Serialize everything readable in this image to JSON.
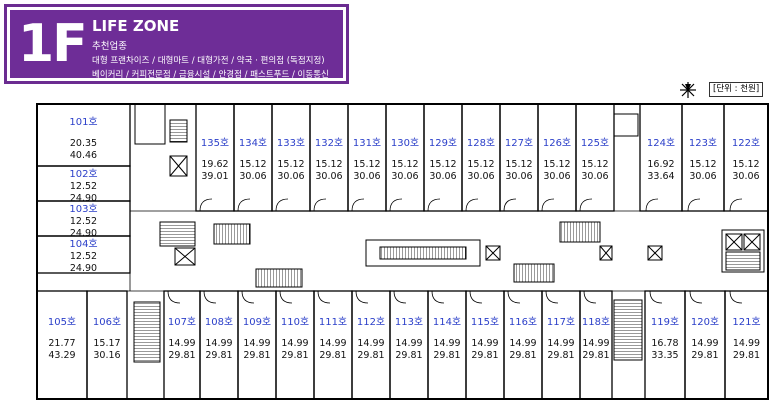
{
  "header": {
    "floor": "1F",
    "zone": "LIFE ZONE",
    "subtitle": "추천업종",
    "line1": "대형 프랜차이즈 / 대형마트 / 대형가전 / 약국 · 편의점 (독점지정)",
    "line2": "베이커리 / 커피전문점 / 금융시설 / 안경점 / 패스트푸드 / 이동통신"
  },
  "unit_note": "[단위 : 천원]",
  "colors": {
    "header_bg": "#6e2d97",
    "unit_number": "#2b3fc9"
  },
  "units": [
    {
      "id": "101",
      "label": "101호",
      "a1": "20.35",
      "a2": "40.46"
    },
    {
      "id": "102",
      "label": "102호",
      "a1": "12.52",
      "a2": "24.90"
    },
    {
      "id": "103",
      "label": "103호",
      "a1": "12.52",
      "a2": "24.90"
    },
    {
      "id": "104",
      "label": "104호",
      "a1": "12.52",
      "a2": "24.90"
    },
    {
      "id": "135",
      "label": "135호",
      "a1": "19.62",
      "a2": "39.01"
    },
    {
      "id": "134",
      "label": "134호",
      "a1": "15.12",
      "a2": "30.06"
    },
    {
      "id": "133",
      "label": "133호",
      "a1": "15.12",
      "a2": "30.06"
    },
    {
      "id": "132",
      "label": "132호",
      "a1": "15.12",
      "a2": "30.06"
    },
    {
      "id": "131",
      "label": "131호",
      "a1": "15.12",
      "a2": "30.06"
    },
    {
      "id": "130",
      "label": "130호",
      "a1": "15.12",
      "a2": "30.06"
    },
    {
      "id": "129",
      "label": "129호",
      "a1": "15.12",
      "a2": "30.06"
    },
    {
      "id": "128",
      "label": "128호",
      "a1": "15.12",
      "a2": "30.06"
    },
    {
      "id": "127",
      "label": "127호",
      "a1": "15.12",
      "a2": "30.06"
    },
    {
      "id": "126",
      "label": "126호",
      "a1": "15.12",
      "a2": "30.06"
    },
    {
      "id": "125",
      "label": "125호",
      "a1": "15.12",
      "a2": "30.06"
    },
    {
      "id": "124",
      "label": "124호",
      "a1": "16.92",
      "a2": "33.64"
    },
    {
      "id": "123",
      "label": "123호",
      "a1": "15.12",
      "a2": "30.06"
    },
    {
      "id": "122",
      "label": "122호",
      "a1": "15.12",
      "a2": "30.06"
    },
    {
      "id": "105",
      "label": "105호",
      "a1": "21.77",
      "a2": "43.29"
    },
    {
      "id": "106",
      "label": "106호",
      "a1": "15.17",
      "a2": "30.16"
    },
    {
      "id": "107",
      "label": "107호",
      "a1": "14.99",
      "a2": "29.81"
    },
    {
      "id": "108",
      "label": "108호",
      "a1": "14.99",
      "a2": "29.81"
    },
    {
      "id": "109",
      "label": "109호",
      "a1": "14.99",
      "a2": "29.81"
    },
    {
      "id": "110",
      "label": "110호",
      "a1": "14.99",
      "a2": "29.81"
    },
    {
      "id": "111",
      "label": "111호",
      "a1": "14.99",
      "a2": "29.81"
    },
    {
      "id": "112",
      "label": "112호",
      "a1": "14.99",
      "a2": "29.81"
    },
    {
      "id": "113",
      "label": "113호",
      "a1": "14.99",
      "a2": "29.81"
    },
    {
      "id": "114",
      "label": "114호",
      "a1": "14.99",
      "a2": "29.81"
    },
    {
      "id": "115",
      "label": "115호",
      "a1": "14.99",
      "a2": "29.81"
    },
    {
      "id": "116",
      "label": "116호",
      "a1": "14.99",
      "a2": "29.81"
    },
    {
      "id": "117",
      "label": "117호",
      "a1": "14.99",
      "a2": "29.81"
    },
    {
      "id": "118",
      "label": "118호",
      "a1": "14.99",
      "a2": "29.81"
    },
    {
      "id": "119",
      "label": "119호",
      "a1": "16.78",
      "a2": "33.35"
    },
    {
      "id": "120",
      "label": "120호",
      "a1": "14.99",
      "a2": "29.81"
    },
    {
      "id": "121",
      "label": "121호",
      "a1": "14.99",
      "a2": "29.81"
    }
  ]
}
